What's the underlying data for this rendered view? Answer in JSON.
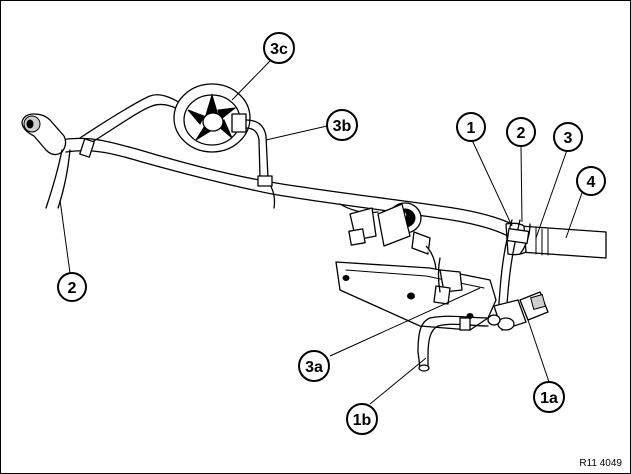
{
  "callouts": [
    {
      "id": "c3c",
      "label": "3c"
    },
    {
      "id": "c3b",
      "label": "3b"
    },
    {
      "id": "c1",
      "label": "1"
    },
    {
      "id": "c2r",
      "label": "2"
    },
    {
      "id": "c3",
      "label": "3"
    },
    {
      "id": "c4",
      "label": "4"
    },
    {
      "id": "c2l",
      "label": "2"
    },
    {
      "id": "c3a",
      "label": "3a"
    },
    {
      "id": "c1a",
      "label": "1a"
    },
    {
      "id": "c1b",
      "label": "1b"
    }
  ],
  "reference_number": "R11 4049"
}
